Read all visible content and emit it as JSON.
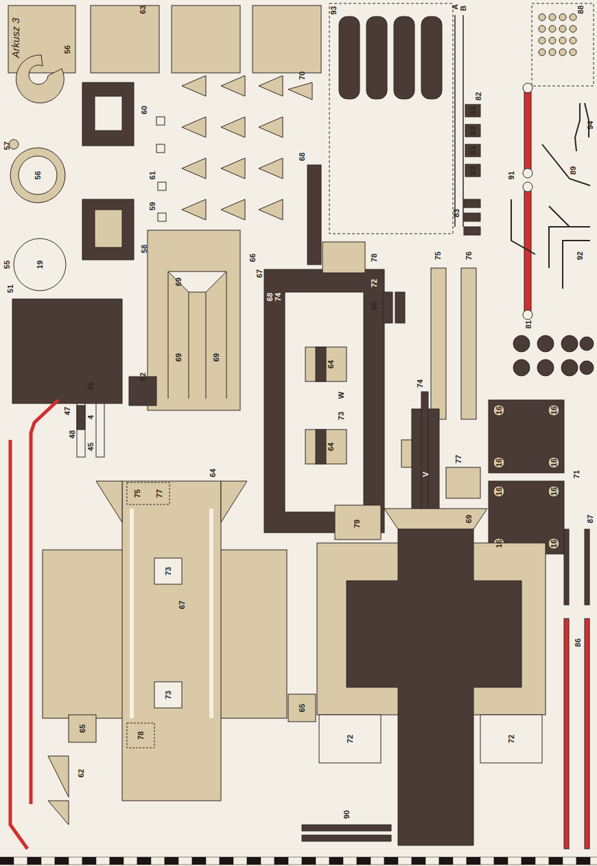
{
  "diagram": {
    "title": "Arkusz 3",
    "labels": [
      "63",
      "93",
      "A",
      "B",
      "88",
      "56",
      "56",
      "57",
      "55",
      "19",
      "60",
      "61",
      "59",
      "58",
      "70",
      "68",
      "66",
      "67",
      "69",
      "69",
      "69",
      "82",
      "83",
      "83",
      "83",
      "83",
      "83",
      "94",
      "89",
      "91",
      "92",
      "51",
      "47",
      "48",
      "45",
      "4",
      "45",
      "52",
      "W",
      "73",
      "64",
      "64",
      "68",
      "74",
      "72",
      "74",
      "V",
      "78",
      "80",
      "75",
      "76",
      "81",
      "77",
      "71",
      "16",
      "16",
      "16",
      "16",
      "16",
      "16",
      "16",
      "16",
      "64",
      "65",
      "65",
      "62",
      "67",
      "73",
      "73",
      "75",
      "77",
      "78",
      "79",
      "69",
      "72",
      "72",
      "90",
      "87",
      "86"
    ]
  }
}
